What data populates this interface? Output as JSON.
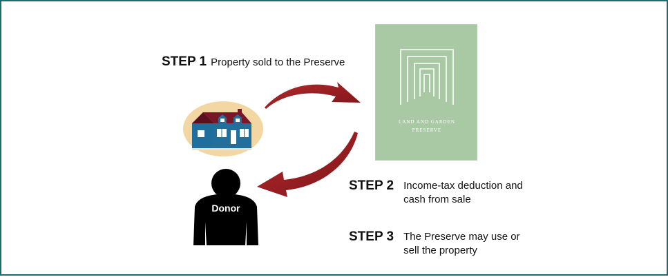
{
  "steps": [
    {
      "label": "STEP 1",
      "text": "Property sold to the Preserve"
    },
    {
      "label": "STEP 2",
      "text": "Income-tax deduction and cash from sale"
    },
    {
      "label": "STEP 3",
      "text": "The Preserve may use or sell the property"
    }
  ],
  "donor": {
    "label": "Donor"
  },
  "preserve": {
    "name_line1": "LAND AND GARDEN",
    "name_line2": "PRESERVE"
  },
  "colors": {
    "border": "#1d6b72",
    "arrow": "#9a1b20",
    "preserve_card": "#a9c9a4",
    "house_oval": "#f3d7a3",
    "house_wall": "#1f6e9e",
    "house_roof": "#7b1528",
    "donor": "#000000"
  },
  "icons": [
    "house-icon",
    "donor-silhouette-icon",
    "preserve-logo-icon",
    "curved-arrow-icon"
  ]
}
